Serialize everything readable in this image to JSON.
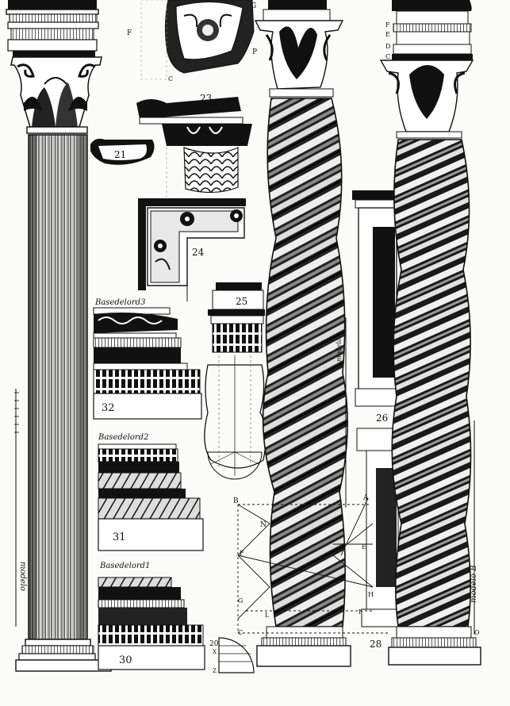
{
  "labels": {
    "fig20": "20",
    "fig21": "21",
    "fig23": "23",
    "fig24": "24",
    "fig25": "25",
    "fig26": "26",
    "fig28": "28",
    "fig30": "30",
    "fig31": "31",
    "fig32": "32",
    "base3": "Basedelord3",
    "base2": "Basedelord2",
    "base1": "Basedelord1",
    "modelo_left": "modelo",
    "modelo_mid": "modelo",
    "modelo_right": "modelo B",
    "letter_F_top": "F",
    "letter_G_top": "G",
    "letter_P_top": "P",
    "letter_C_top": "C",
    "letter_F_r": "F",
    "letter_E_r": "E",
    "letter_D_r": "D",
    "letter_C_r": "C",
    "letter_B": "B",
    "letter_N": "N",
    "letter_F": "F",
    "letter_G": "G",
    "letter_L": "L",
    "letter_C": "C",
    "letter_A": "A",
    "letter_E": "E",
    "letter_H": "H",
    "letter_I": "I",
    "letter_X": "X",
    "letter_Z": "Z",
    "letter_O": "O"
  }
}
